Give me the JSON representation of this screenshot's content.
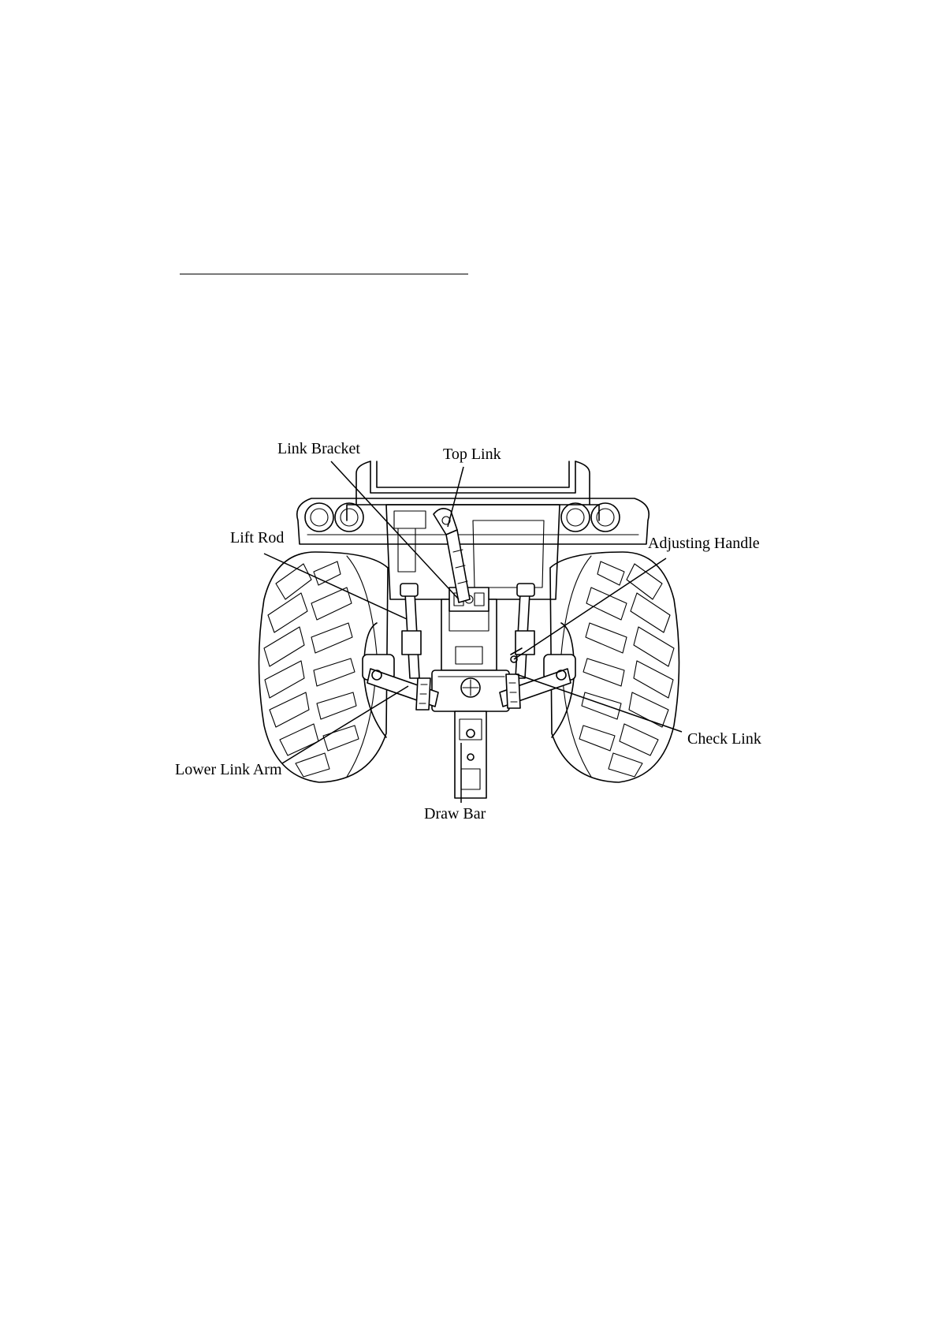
{
  "figure": {
    "labels": {
      "link_bracket": "Link Bracket",
      "top_link": "Top Link",
      "lift_rod": "Lift Rod",
      "adjusting_handle": "Adjusting Handle",
      "check_link": "Check Link",
      "lower_link_arm": "Lower Link Arm",
      "draw_bar": "Draw Bar"
    },
    "colors": {
      "ink": "#000000",
      "paper": "#ffffff"
    }
  }
}
